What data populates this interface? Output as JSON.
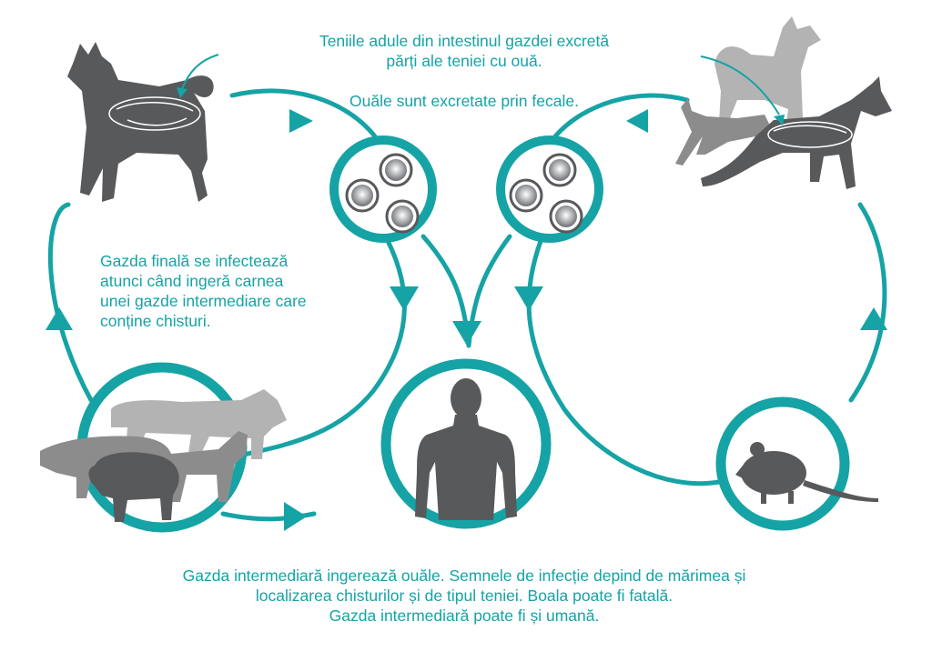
{
  "colors": {
    "accent": "#16a3a5",
    "animal_dark": "#58595b",
    "animal_mid": "#8c8c8c",
    "animal_light": "#b3b3b3",
    "egg": "#a7a9ac",
    "background": "#ffffff"
  },
  "text": {
    "top_line1": "Teniile adule din intestinul gazdei excretă",
    "top_line2": "părți ale teniei cu ouă.",
    "top_line3": "Ouăle sunt excretate prin fecale.",
    "left_line1": "Gazda finală se infectează",
    "left_line2": "atunci când ingeră carnea",
    "left_line3": "unei gazde intermediare care",
    "left_line4": "conține chisturi.",
    "bottom_line1": "Gazda intermediară ingerează ouăle. Semnele de infecție depind de mărimea și",
    "bottom_line2": "localizarea chisturilor și de tipul teniei. Boala poate fi fatală.",
    "bottom_line3": "Gazda intermediară poate fi și umană."
  },
  "icons": {
    "final_host_left": "dog-silhouette",
    "final_hosts_right": "dog-fox-cat-silhouettes",
    "eggs": "tapeworm-egg",
    "intermediate_livestock": "cow-pig-sheep-goat-silhouettes",
    "intermediate_human": "human-silhouette",
    "intermediate_rodent": "mouse-silhouette"
  }
}
